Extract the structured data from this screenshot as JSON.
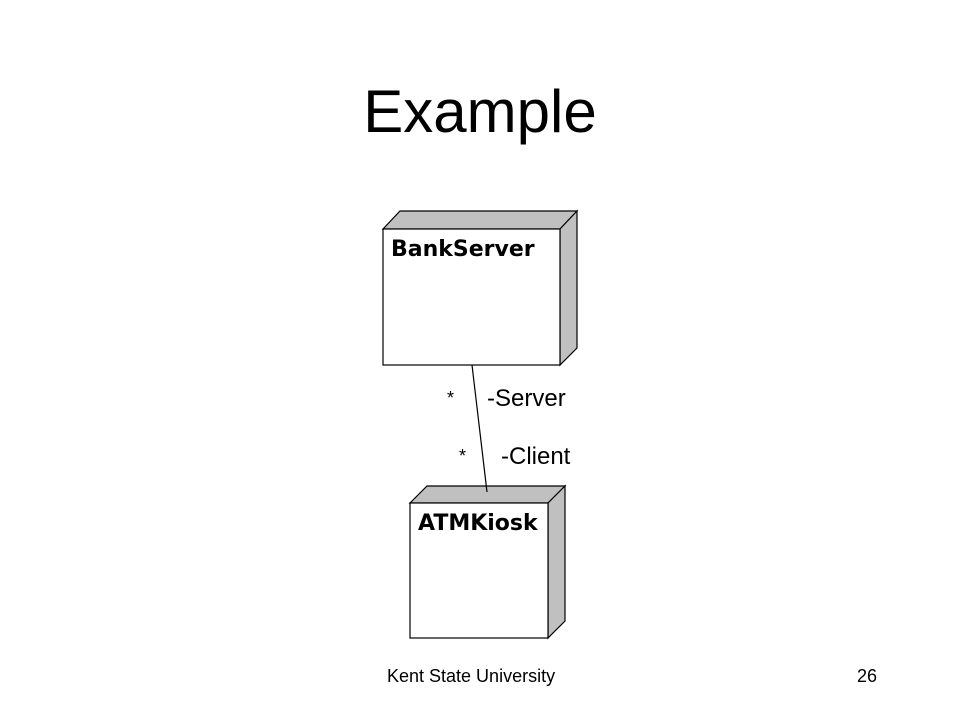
{
  "slide": {
    "title": "Example",
    "footer_left": "Kent State University",
    "page_number": "26"
  },
  "diagram": {
    "nodes": [
      {
        "name": "BankServer"
      },
      {
        "name": "ATMKiosk"
      }
    ],
    "association": {
      "server_multiplicity": "*",
      "server_role": "-Server",
      "client_multiplicity": "*",
      "client_role": "-Client"
    },
    "colors": {
      "node_face": "#ffffff",
      "node_side": "#c0c0c0",
      "outline": "#000000"
    }
  }
}
